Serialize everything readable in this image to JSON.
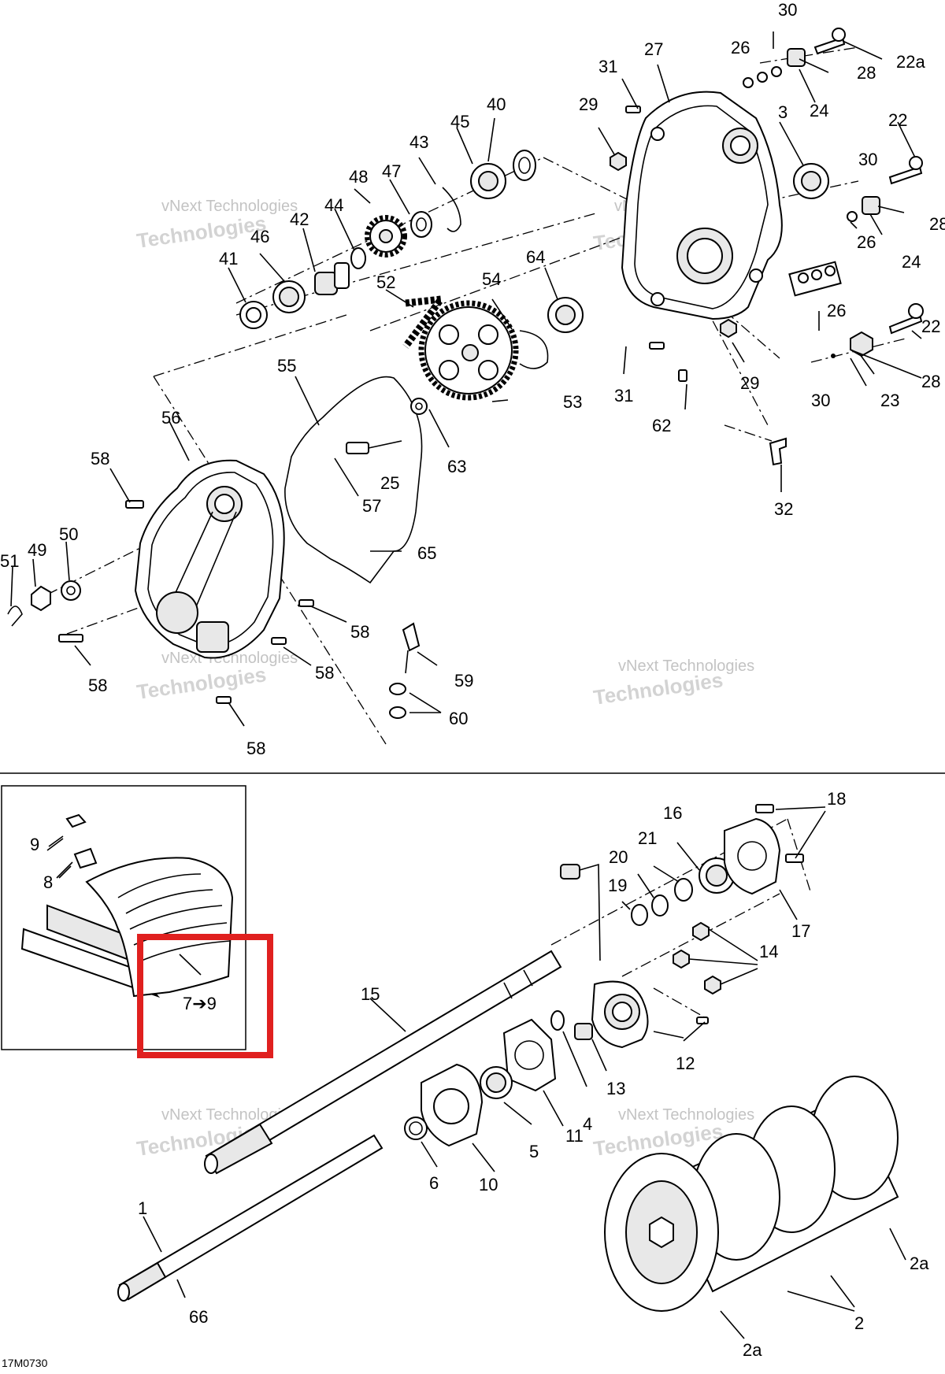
{
  "diagram": {
    "code": "17M0730",
    "inset_label": "7➔9",
    "watermark_line1": "vNext Technologies",
    "watermark_line2": "Technologies",
    "highlight_color": "#e0201f",
    "labels": [
      "30",
      "26",
      "22a",
      "28",
      "27",
      "24",
      "31",
      "29",
      "3",
      "22",
      "30",
      "28",
      "26",
      "24",
      "40",
      "45",
      "43",
      "48",
      "47",
      "44",
      "42",
      "46",
      "41",
      "52",
      "54",
      "64",
      "26",
      "22",
      "29",
      "31",
      "62",
      "28",
      "30",
      "23",
      "55",
      "53",
      "56",
      "63",
      "58",
      "57",
      "25",
      "32",
      "49",
      "50",
      "51",
      "65",
      "58",
      "58",
      "59",
      "58",
      "60",
      "58",
      "9",
      "8",
      "18",
      "16",
      "21",
      "20",
      "19",
      "14",
      "17",
      "15",
      "12",
      "13",
      "4",
      "11",
      "5",
      "10",
      "6",
      "1",
      "2a",
      "66",
      "2",
      "2a"
    ]
  }
}
